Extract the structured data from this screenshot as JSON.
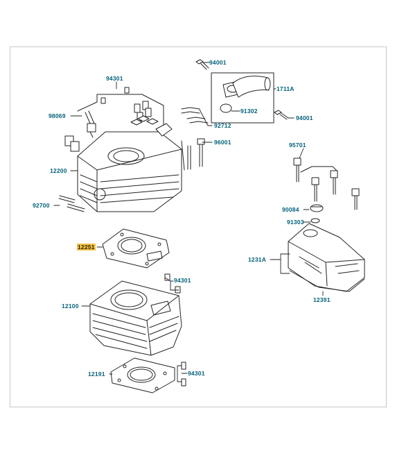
{
  "diagram": {
    "parts": [
      {
        "id": "p-94001-top",
        "label": "94001"
      },
      {
        "id": "p-1711a",
        "label": "1711A"
      },
      {
        "id": "p-91302",
        "label": "91302"
      },
      {
        "id": "p-94001-mid",
        "label": "94001"
      },
      {
        "id": "p-94301-top",
        "label": "94301"
      },
      {
        "id": "p-98069",
        "label": "98069"
      },
      {
        "id": "p-92712",
        "label": "92712"
      },
      {
        "id": "p-96001",
        "label": "96001"
      },
      {
        "id": "p-12200",
        "label": "12200"
      },
      {
        "id": "p-92700",
        "label": "92700"
      },
      {
        "id": "p-95701",
        "label": "95701"
      },
      {
        "id": "p-90084",
        "label": "90084"
      },
      {
        "id": "p-91303",
        "label": "91303"
      },
      {
        "id": "p-1231a",
        "label": "1231A"
      },
      {
        "id": "p-12391",
        "label": "12391"
      },
      {
        "id": "p-12251",
        "label": "12251",
        "highlighted": true
      },
      {
        "id": "p-94301-mid",
        "label": "94301"
      },
      {
        "id": "p-12100",
        "label": "12100"
      },
      {
        "id": "p-12191",
        "label": "12191"
      },
      {
        "id": "p-94301-bot",
        "label": "94301"
      }
    ],
    "colors": {
      "label_text": "#00607a",
      "highlight": "#f3c24a",
      "line": "#222222",
      "frame": "#c8c8c8"
    }
  }
}
